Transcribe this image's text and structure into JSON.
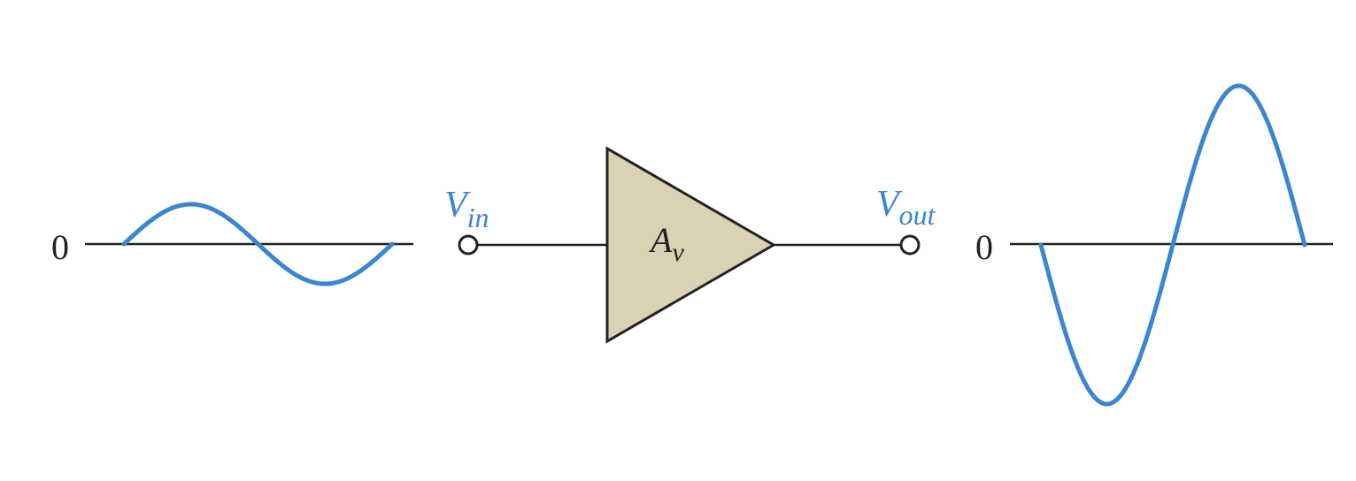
{
  "labels": {
    "input_zero": "0",
    "output_zero": "0",
    "v_in_main": "V",
    "v_in_sub": "in",
    "v_out_main": "V",
    "v_out_sub": "out",
    "gain_main": "A",
    "gain_sub": "v"
  },
  "colors": {
    "wave": "#3a86d0",
    "label_blue": "#3a86d0",
    "line": "#222222",
    "amplifier_fill": "#dbd1b4",
    "background": "#ffffff"
  },
  "waves": {
    "input": {
      "relative_amplitude": 1,
      "phase": "positive-first",
      "cycles": 1
    },
    "output": {
      "relative_amplitude": 4,
      "phase": "negative-first",
      "cycles": 1
    }
  }
}
